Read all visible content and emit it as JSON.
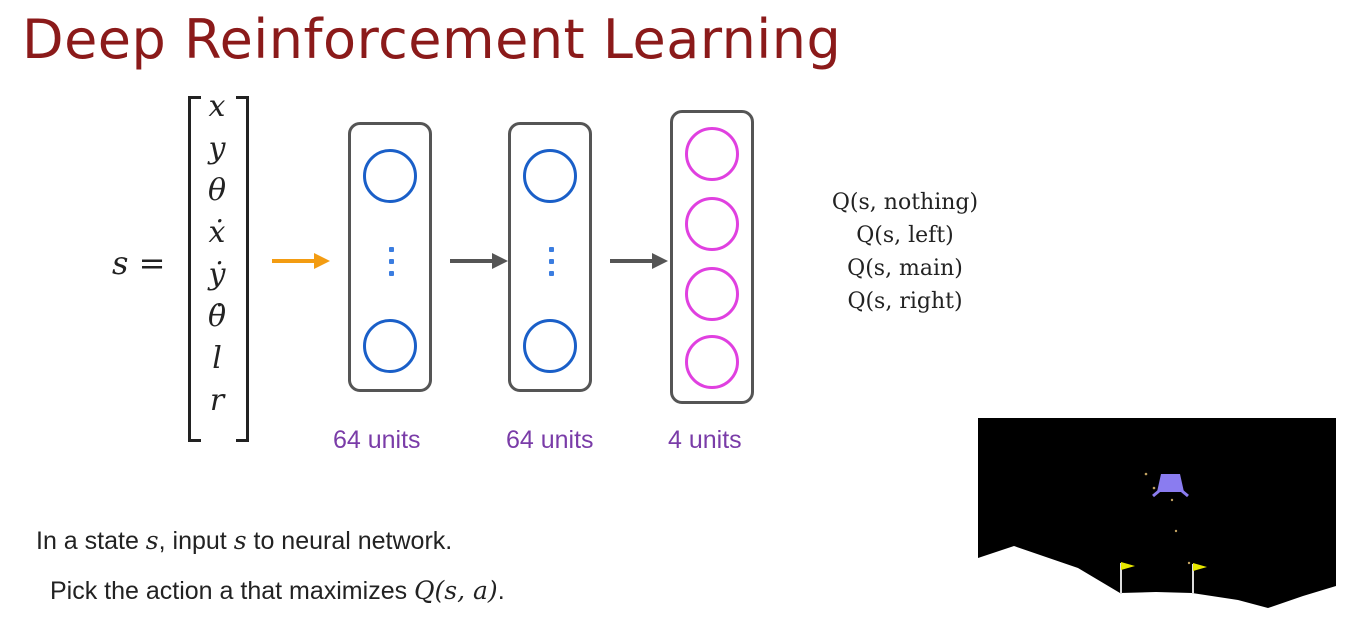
{
  "title": "Deep Reinforcement Learning",
  "state": {
    "label_var": "s",
    "label_eq": " =",
    "vars": [
      "x",
      "y",
      "θ",
      "ẋ",
      "ẏ",
      "θ̇",
      "l",
      "r"
    ]
  },
  "layers": [
    {
      "units_label": "64 units"
    },
    {
      "units_label": "64 units"
    },
    {
      "units_label": "4 units"
    }
  ],
  "outputs": [
    "Q(s, nothing)",
    "Q(s, left)",
    "Q(s, main)",
    "Q(s, right)"
  ],
  "captions": {
    "line1_a": "In a state ",
    "line1_s1": "s",
    "line1_b": ", input ",
    "line1_s2": "s",
    "line1_c": "  to neural network.",
    "line2_a": "Pick the action a that maximizes ",
    "line2_q": "Q(s, a)",
    "line2_b": "."
  },
  "colors": {
    "title": "#8b1a1a",
    "hidden_node": "#1a5fc8",
    "output_node": "#e040e0",
    "input_arrow": "#f39c12",
    "layer_arrow": "#555555",
    "units_text": "#7a3ca8",
    "lander": "#8a7cf0",
    "flag": "#e8e800"
  },
  "icons": {
    "lander": "lunar-lander-icon",
    "flag": "flag-icon"
  }
}
